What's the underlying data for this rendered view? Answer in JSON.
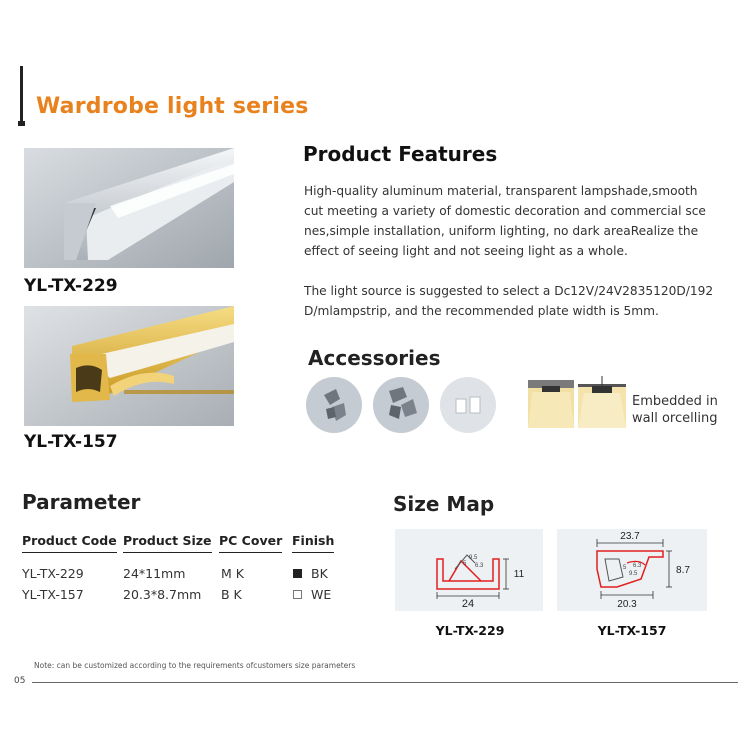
{
  "header": {
    "series_title": "Wardrobe light series"
  },
  "products": [
    {
      "code": "YL-TX-229"
    },
    {
      "code": "YL-TX-157"
    }
  ],
  "features": {
    "title": "Product Features",
    "paragraph1_lines": [
      "High-quality aluminum material, transparent lampshade,smooth",
      "cut meeting a variety of domestic decoration and commercial sce",
      "nes,simple installation, uniform lighting, no dark areaRealize the",
      "effect of seeing light and not seeing light as a whole."
    ],
    "paragraph2_lines": [
      "The light source is suggested to select a Dc12V/24V2835120D/192",
      "D/mlampstrip, and the recommended plate width is 5mm."
    ]
  },
  "accessories": {
    "title": "Accessories",
    "embedded_lines": [
      "Embedded in",
      "wall orcelling"
    ]
  },
  "parameter": {
    "title": "Parameter",
    "headers": [
      "Product Code",
      "Product Size",
      "PC Cover",
      "Finish"
    ],
    "rows": [
      {
        "code": "YL-TX-229",
        "size": "24*11mm",
        "cover": "M K",
        "finish": "BK",
        "finish_color": "#222222"
      },
      {
        "code": "YL-TX-157",
        "size": "20.3*8.7mm",
        "cover": "B K",
        "finish": "WE",
        "finish_color": "#ffffff"
      }
    ]
  },
  "size_map": {
    "title": "Size Map",
    "items": [
      {
        "label": "YL-TX-229",
        "width_dim": "24",
        "height_dim": "11",
        "inner_dims": [
          "5",
          "9.5",
          "6.3"
        ]
      },
      {
        "label": "YL-TX-157",
        "top_dim": "23.7",
        "bottom_dim": "20.3",
        "height_dim": "8.7",
        "inner_dims": [
          "5",
          "9.5",
          "6.3"
        ]
      }
    ]
  },
  "footer": {
    "note": "Note: can be customized according to the requirements ofcustomers size parameters",
    "page_number": "05"
  },
  "colors": {
    "accent": "#e8821e",
    "dim_red": "#e0201e"
  }
}
